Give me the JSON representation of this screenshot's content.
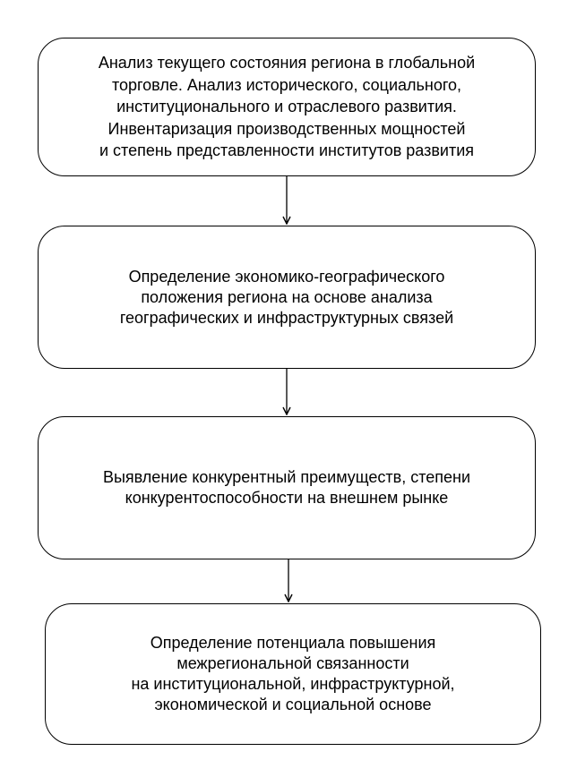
{
  "steps": [
    {
      "text": "Анализ текущего состояния региона в глобальной\nторговле. Анализ исторического, социального,\nинституционального и отраслевого развития.\nИнвентаризация производственных мощностей\nи степень представленности институтов развития"
    },
    {
      "text": "Определение экономико-географического\nположения региона на основе анализа\nгеографических и инфраструктурных связей"
    },
    {
      "text": "Выявление конкурентный преимуществ, степени\nконкурентоспособности на внешнем рынке"
    },
    {
      "text": "Определение потенциала повышения\nмежрегиональной связанности\nна институциональной, инфраструктурной,\nэкономической и социальной основе"
    }
  ],
  "colors": {
    "stroke": "#000000",
    "fill": "#ffffff"
  }
}
